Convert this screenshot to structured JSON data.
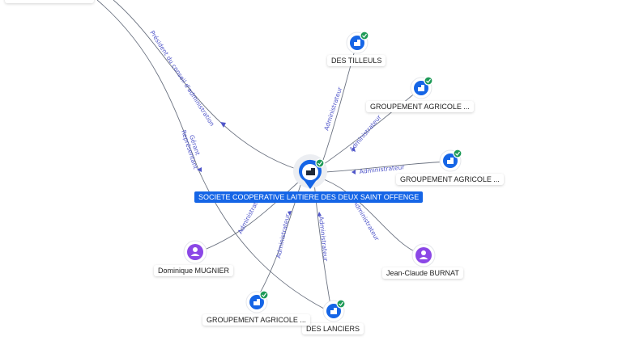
{
  "center": {
    "label": "SOCIETE COOPERATIVE LAITIERE DES DEUX SAINT OFFENGE",
    "icon": "building-icon",
    "verified": true
  },
  "nodes": [
    {
      "id": "tilleuls",
      "label": "DES TILLEULS",
      "type": "company",
      "icon": "building-icon",
      "verified": true
    },
    {
      "id": "ga1",
      "label": "GROUPEMENT AGRICOLE ...",
      "type": "company",
      "icon": "building-icon",
      "verified": true
    },
    {
      "id": "ga2",
      "label": "GROUPEMENT AGRICOLE ...",
      "type": "company",
      "icon": "building-icon",
      "verified": true
    },
    {
      "id": "burnat",
      "label": "Jean-Claude BURNAT",
      "type": "person",
      "icon": "person-icon",
      "verified": false
    },
    {
      "id": "lanciers",
      "label": "DES LANCIERS",
      "type": "company",
      "icon": "building-icon",
      "verified": true
    },
    {
      "id": "ga3",
      "label": "GROUPEMENT AGRICOLE ...",
      "type": "company",
      "icon": "building-icon",
      "verified": true
    },
    {
      "id": "mugnier",
      "label": "Dominique MUGNIER",
      "type": "person",
      "icon": "person-icon",
      "verified": false
    }
  ],
  "edges": [
    {
      "id": "e-tilleuls",
      "label": "Administrateur"
    },
    {
      "id": "e-ga1",
      "label": "Administrateur"
    },
    {
      "id": "e-ga2",
      "label": "Administrateur"
    },
    {
      "id": "e-burnat",
      "label": "Administrateur"
    },
    {
      "id": "e-lanciers",
      "label": "Administrateur"
    },
    {
      "id": "e-ga3",
      "label": "Administrateur"
    },
    {
      "id": "e-mugnier",
      "label": "Administrateur"
    },
    {
      "id": "e-president",
      "label": "Président du conseil d'administration"
    },
    {
      "id": "e-gerant",
      "label": "Gérant"
    },
    {
      "id": "e-representant",
      "label": "Représentant"
    }
  ],
  "colors": {
    "company": "#1565e6",
    "person": "#8b47e6",
    "verified": "#1e9a57",
    "edge_label": "#4f55c9",
    "edge": "#6b7280"
  }
}
